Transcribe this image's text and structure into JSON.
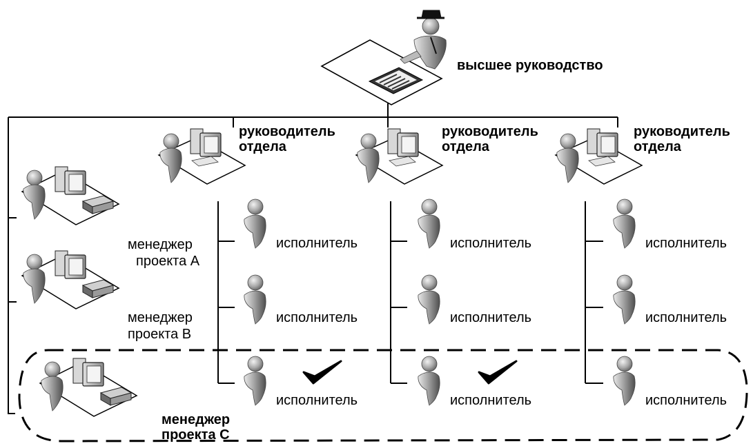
{
  "top_manager": {
    "label": "высшее руководство"
  },
  "department_heads": [
    {
      "label_line1": "руководитель",
      "label_line2": "отдела"
    },
    {
      "label_line1": "руководитель",
      "label_line2": "отдела"
    },
    {
      "label_line1": "руководитель",
      "label_line2": "отдела"
    }
  ],
  "project_managers": [
    {
      "label_line1": "менеджер",
      "label_line2": "проекта А",
      "highlighted": false
    },
    {
      "label_line1": "менеджер",
      "label_line2": "проекта В",
      "highlighted": false
    },
    {
      "label_line1": "менеджер",
      "label_line2": "проекта С",
      "highlighted": true
    }
  ],
  "performers": {
    "label": "исполнитель",
    "columns": [
      {
        "rows": [
          {
            "assigned_to_c": false
          },
          {
            "assigned_to_c": false
          },
          {
            "assigned_to_c": true
          }
        ]
      },
      {
        "rows": [
          {
            "assigned_to_c": false
          },
          {
            "assigned_to_c": false
          },
          {
            "assigned_to_c": true
          }
        ]
      },
      {
        "rows": [
          {
            "assigned_to_c": false
          },
          {
            "assigned_to_c": false
          },
          {
            "assigned_to_c": false
          }
        ]
      }
    ]
  }
}
